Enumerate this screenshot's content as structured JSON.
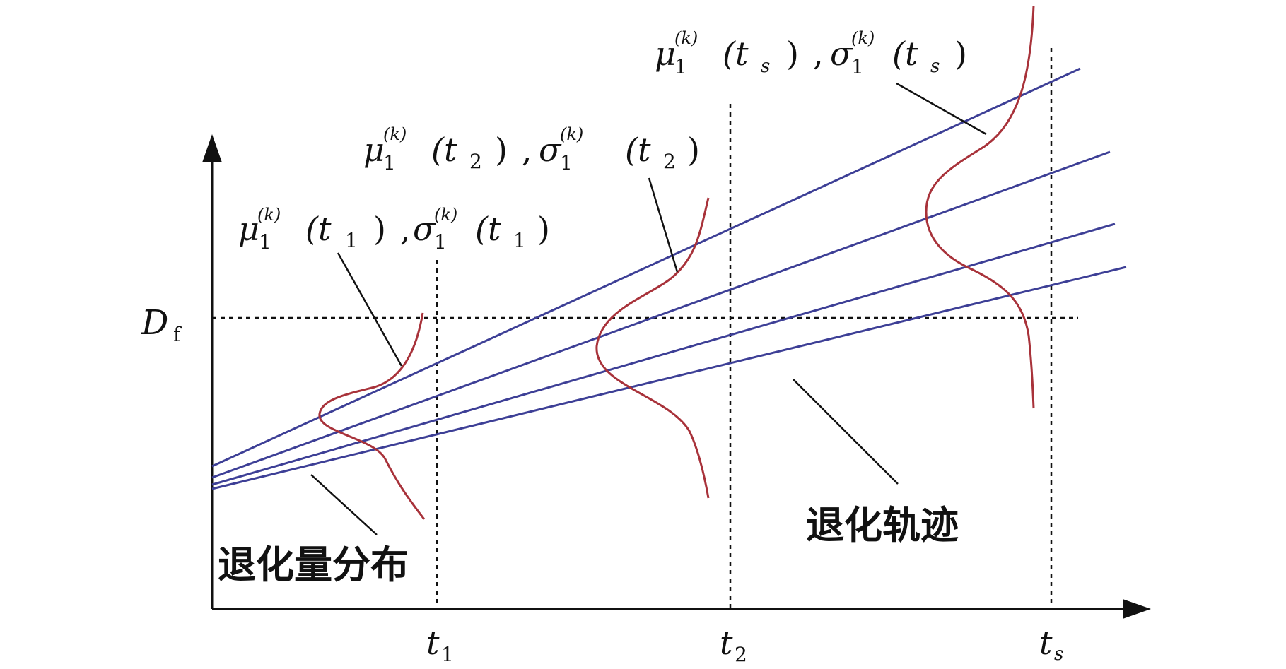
{
  "colors": {
    "trajectory": "#3d3f96",
    "distribution": "#a8323a",
    "axis": "#111111",
    "guide": "#111111"
  },
  "axis": {
    "y_threshold_symbol": "D",
    "y_threshold_subscript": "f",
    "ticks": [
      {
        "symbol": "t",
        "subscript": "1"
      },
      {
        "symbol": "t",
        "subscript": "2"
      },
      {
        "symbol": "t",
        "subscript": "s"
      }
    ]
  },
  "annotations": {
    "dist_t1": {
      "mu": "μ",
      "mu_sup": "(k)",
      "mu_sub": "1",
      "arg1": "(t",
      "arg1_sub": "1",
      "close1": ")",
      "sep": ",",
      "sigma": "σ",
      "sigma_sup": "(k)",
      "sigma_sub": "1",
      "arg2": "(t",
      "arg2_sub": "1",
      "close2": ")"
    },
    "dist_t2": {
      "mu": "μ",
      "mu_sup": "(k)",
      "mu_sub": "1",
      "arg1": "(t",
      "arg1_sub": "2",
      "close1": ")",
      "sep": ",",
      "sigma": "σ",
      "sigma_sup": "(k)",
      "sigma_sub": "1",
      "arg2": "(t",
      "arg2_sub": "2",
      "close2": ")"
    },
    "dist_ts": {
      "mu": "μ",
      "mu_sup": "(k)",
      "mu_sub": "1",
      "arg1": "(t",
      "arg1_sub": "s",
      "close1": ")",
      "sep": ",",
      "sigma": "σ",
      "sigma_sup": "(k)",
      "sigma_sub": "1",
      "arg2": "(t",
      "arg2_sub": "s",
      "close2": ")"
    }
  },
  "labels": {
    "degradation_distribution": "退化量分布",
    "degradation_trajectory": "退化轨迹"
  }
}
